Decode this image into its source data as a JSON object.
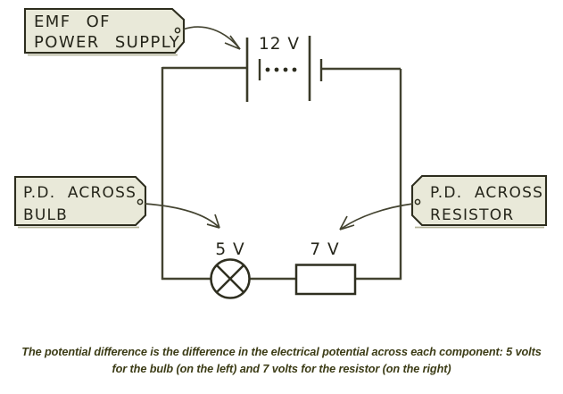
{
  "diagram": {
    "emf_tag": {
      "line1": "EMF OF",
      "line2": "POWER SUPPLY"
    },
    "battery_label": "12 V",
    "bulb_tag": {
      "line1": "P.D. ACROSS",
      "line2": "BULB"
    },
    "bulb_label": "5 V",
    "resistor_tag": {
      "line1": "P.D. ACROSS",
      "line2": "RESISTOR"
    },
    "resistor_label": "7 V"
  },
  "caption": {
    "line1": "The potential difference is the difference in the electrical potential across each component: 5 volts",
    "line2": "for the bulb (on the left) and 7 volts for the resistor (on the right)"
  },
  "colors": {
    "wire": "#434330",
    "box_fill": "#e9e9d9",
    "box_border": "#2d2d1e",
    "label_text": "#25251a",
    "caption_text": "#3c3c16",
    "background": "#ffffff"
  }
}
